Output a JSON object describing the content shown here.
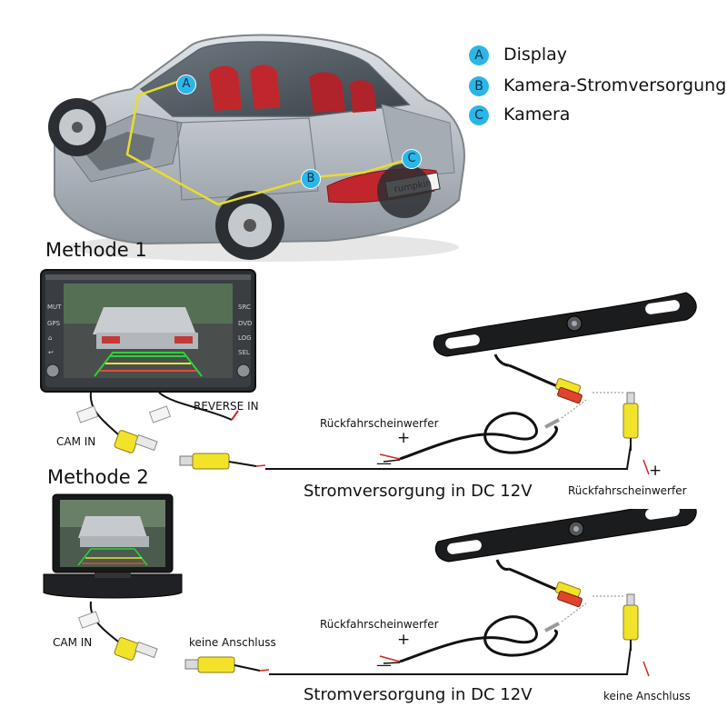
{
  "legend": [
    {
      "key": "A",
      "label": "Display"
    },
    {
      "key": "B",
      "label": "Kamera-Stromversorgung"
    },
    {
      "key": "C",
      "label": "Kamera"
    }
  ],
  "car": {
    "markers": [
      "A",
      "B",
      "C"
    ],
    "plate_text": "rumpkin"
  },
  "method1": {
    "title": "Methode 1",
    "cam_in": "CAM IN",
    "reverse_in": "REVERSE IN",
    "reverse_light_label": "Rückfahrscheinwerfer",
    "plus": "+",
    "minus": "—",
    "power": "Stromversorgung in DC 12V",
    "right_reverse_label": "Rückfahrscheinwerfer",
    "right_plus": "+",
    "unit_buttons_left": [
      "MUT",
      "GPS",
      "⌂",
      "↩"
    ],
    "unit_buttons_right": [
      "SRC",
      "DVD",
      "LOG",
      "SEL"
    ]
  },
  "method2": {
    "title": "Methode 2",
    "cam_in": "CAM IN",
    "no_connection": "keine Anschluss",
    "reverse_light_label": "Rückfahrscheinwerfer",
    "plus": "+",
    "minus": "—",
    "power": "Stromversorgung in DC 12V",
    "right_no_connection": "keine Anschluss"
  },
  "colors": {
    "badge": "#2bb6e8",
    "rca_yellow": "#f2e22a",
    "rca_red": "#e0442c",
    "cable": "#111111",
    "wire_red": "#d8231d"
  }
}
